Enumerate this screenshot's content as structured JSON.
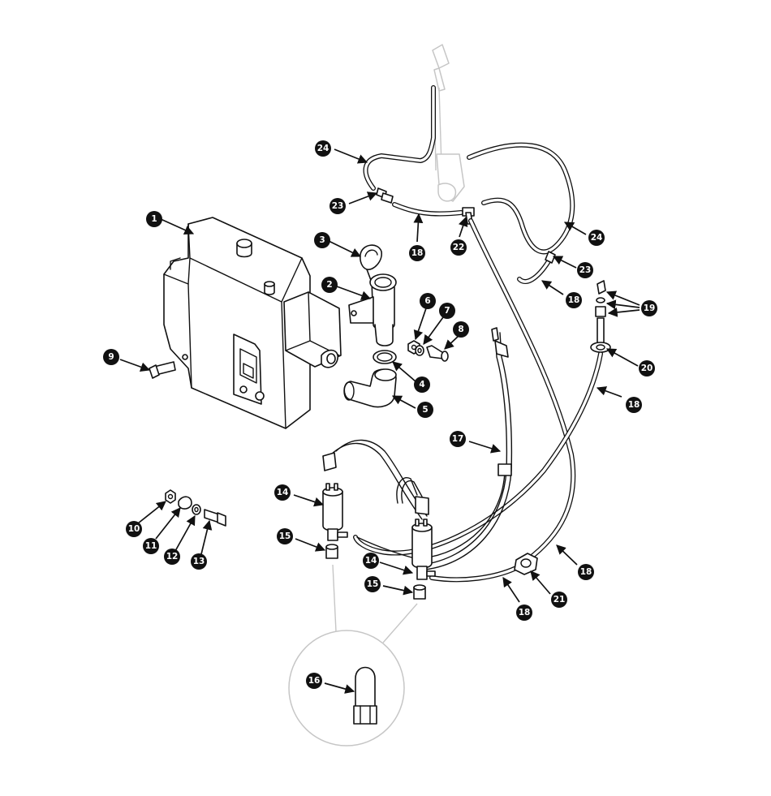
{
  "callouts": [
    {
      "id": "callout-1",
      "label": "1"
    },
    {
      "id": "callout-2",
      "label": "2"
    },
    {
      "id": "callout-3",
      "label": "3"
    },
    {
      "id": "callout-4",
      "label": "4"
    },
    {
      "id": "callout-5",
      "label": "5"
    },
    {
      "id": "callout-6",
      "label": "6"
    },
    {
      "id": "callout-7",
      "label": "7"
    },
    {
      "id": "callout-8",
      "label": "8"
    },
    {
      "id": "callout-9",
      "label": "9"
    },
    {
      "id": "callout-10",
      "label": "10"
    },
    {
      "id": "callout-11",
      "label": "11"
    },
    {
      "id": "callout-12",
      "label": "12"
    },
    {
      "id": "callout-13",
      "label": "13"
    },
    {
      "id": "callout-14a",
      "label": "14"
    },
    {
      "id": "callout-14b",
      "label": "14"
    },
    {
      "id": "callout-15a",
      "label": "15"
    },
    {
      "id": "callout-15b",
      "label": "15"
    },
    {
      "id": "callout-16",
      "label": "16"
    },
    {
      "id": "callout-17",
      "label": "17"
    },
    {
      "id": "callout-18a",
      "label": "18"
    },
    {
      "id": "callout-18b",
      "label": "18"
    },
    {
      "id": "callout-18c",
      "label": "18"
    },
    {
      "id": "callout-18d",
      "label": "18"
    },
    {
      "id": "callout-18e",
      "label": "18"
    },
    {
      "id": "callout-19",
      "label": "19"
    },
    {
      "id": "callout-20",
      "label": "20"
    },
    {
      "id": "callout-21",
      "label": "21"
    },
    {
      "id": "callout-22",
      "label": "22"
    },
    {
      "id": "callout-23a",
      "label": "23"
    },
    {
      "id": "callout-23b",
      "label": "23"
    },
    {
      "id": "callout-24a",
      "label": "24"
    },
    {
      "id": "callout-24b",
      "label": "24"
    }
  ],
  "colors": {
    "ink": "#111111",
    "ghost": "#c6c6c6",
    "background": "#ffffff"
  }
}
